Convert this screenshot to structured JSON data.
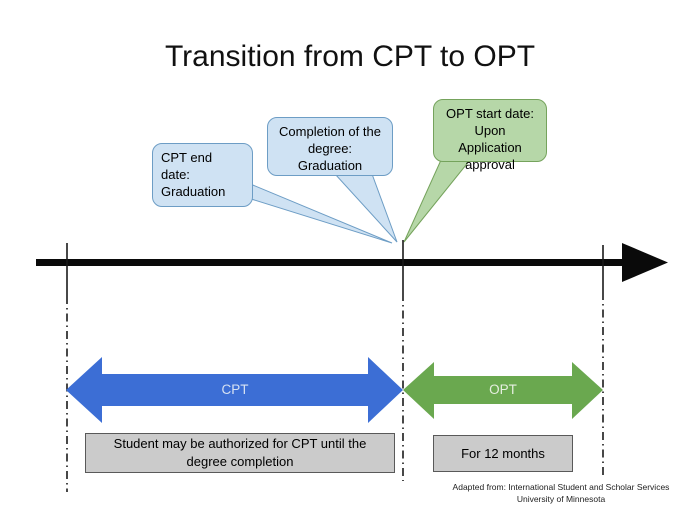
{
  "title": "Transition from CPT to OPT",
  "callouts": [
    {
      "id": "cpt-end",
      "text": "CPT end date: Graduation"
    },
    {
      "id": "degree-completion",
      "text": "Completion of the degree: Graduation"
    },
    {
      "id": "opt-start",
      "text": "OPT start date: Upon Application approval"
    }
  ],
  "bars": {
    "cpt": {
      "label": "CPT",
      "description": "Student may be authorized for CPT until the degree completion"
    },
    "opt": {
      "label": "OPT",
      "description": "For 12 months"
    }
  },
  "attribution": {
    "line1": "Adapted from: International Student and Scholar Services",
    "line2": "University of Minnesota"
  },
  "colors": {
    "callout_blue_fill": "#cfe2f3",
    "callout_blue_border": "#6d9dc5",
    "callout_green_fill": "#b6d7a8",
    "callout_green_border": "#75a35c",
    "arrow_blue": "#3c6ed5",
    "arrow_green": "#6aa84f",
    "note_box_fill": "#cbcbcb",
    "note_box_border": "#595959",
    "timeline": "#0a0a0a"
  }
}
